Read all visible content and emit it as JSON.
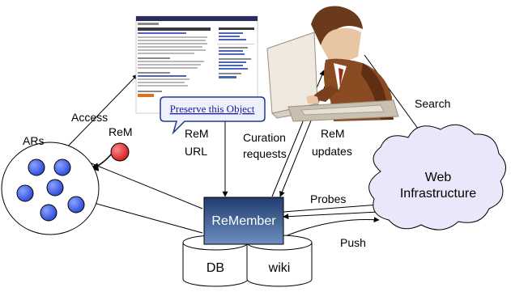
{
  "nodes": {
    "ars": {
      "label": "ARs"
    },
    "rem_node": {
      "label": "ReM"
    },
    "remember": {
      "label": "ReMember"
    },
    "db": {
      "label": "DB"
    },
    "wiki": {
      "label": "wiki"
    },
    "web": {
      "line1": "Web",
      "line2": "Infrastructure"
    },
    "callout": {
      "label": "Preserve this Object"
    }
  },
  "edges": {
    "access": "Access",
    "rem_url_1": "ReM",
    "rem_url_2": "URL",
    "curation_1": "Curation",
    "curation_2": "requests",
    "rem_updates_1": "ReM",
    "rem_updates_2": "updates",
    "search": "Search",
    "probes": "Probes",
    "push": "Push"
  },
  "colors": {
    "ar_fill": "#3355e0",
    "rem_fill": "#e02020",
    "remember_top": "#1f3d6e",
    "remember_bottom": "#6d8fbf",
    "cloud_fill": "#e8e8fa",
    "callout_fill": "#eef0fb",
    "callout_text": "#1a1aa8"
  }
}
